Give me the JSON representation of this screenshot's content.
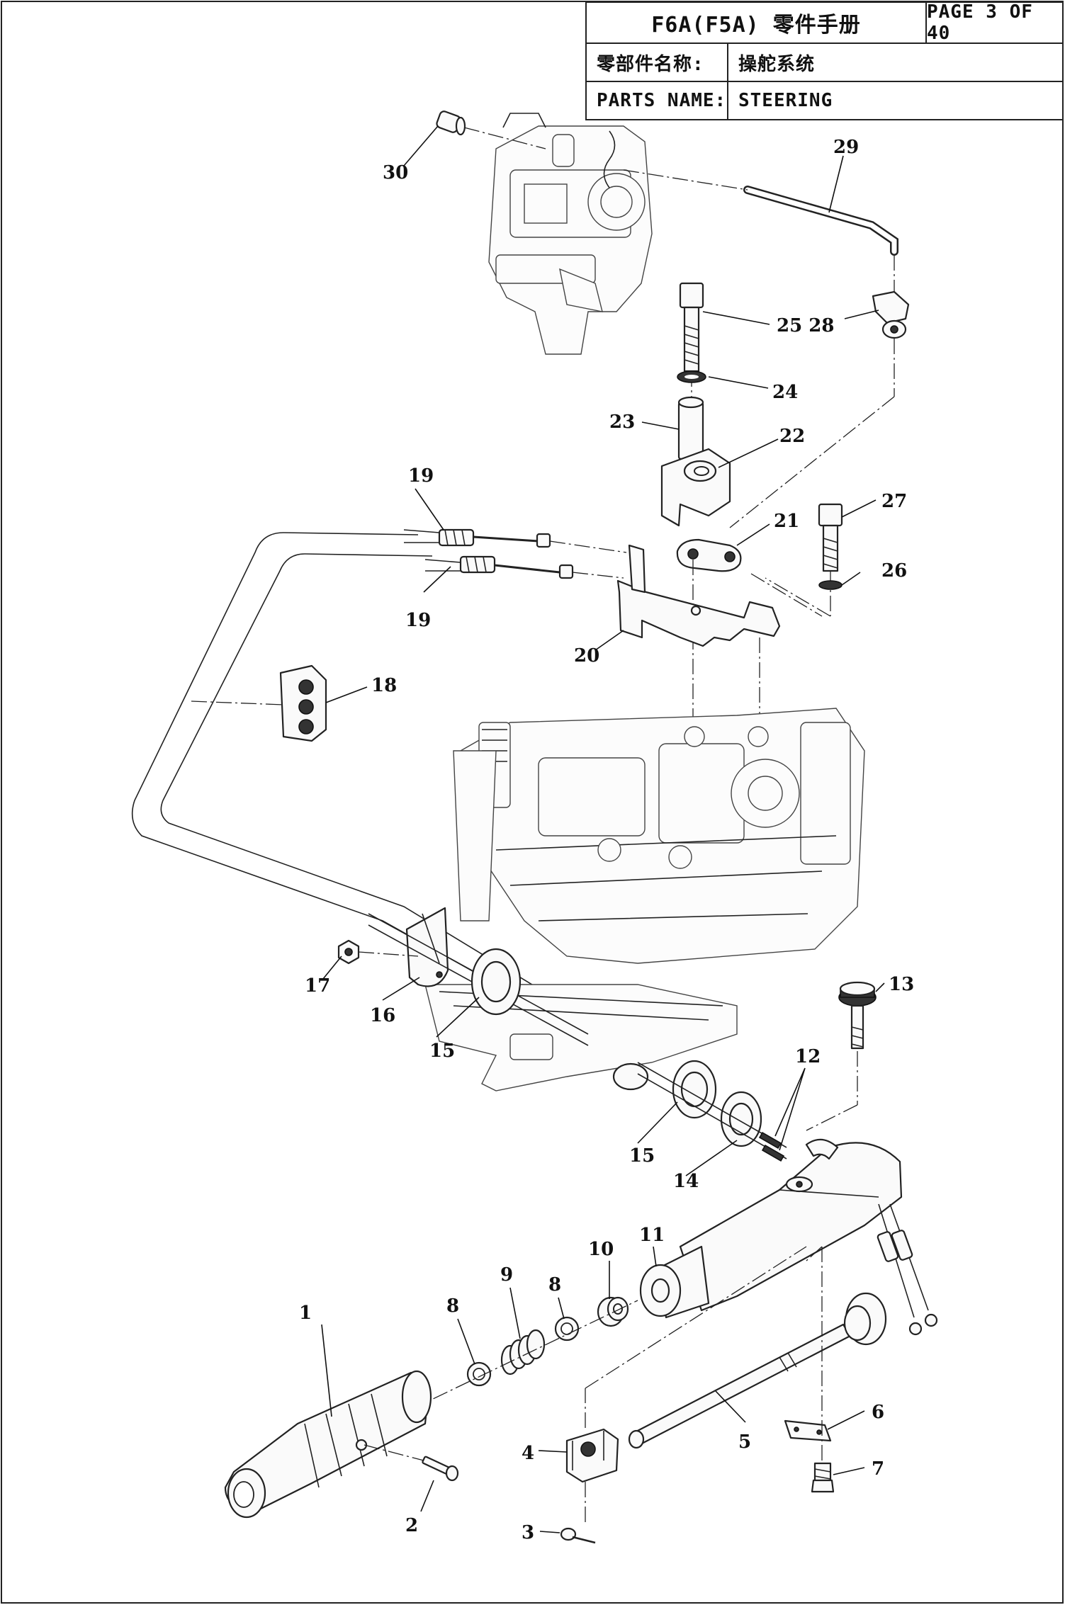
{
  "title_block": {
    "doc_title": "F6A(F5A) 零件手册",
    "page": "PAGE 3 OF 40",
    "name_label_cn": "零部件名称:",
    "name_value_cn": "操舵系统",
    "name_label_en": "PARTS NAME:",
    "name_value_en": "STEERING"
  },
  "callouts": [
    {
      "id": "c1",
      "text": "1"
    },
    {
      "id": "c2",
      "text": "2"
    },
    {
      "id": "c3",
      "text": "3"
    },
    {
      "id": "c4",
      "text": "4"
    },
    {
      "id": "c5",
      "text": "5"
    },
    {
      "id": "c6",
      "text": "6"
    },
    {
      "id": "c7",
      "text": "7"
    },
    {
      "id": "c8a",
      "text": "8"
    },
    {
      "id": "c8b",
      "text": "8"
    },
    {
      "id": "c9",
      "text": "9"
    },
    {
      "id": "c10",
      "text": "10"
    },
    {
      "id": "c11",
      "text": "11"
    },
    {
      "id": "c12",
      "text": "12"
    },
    {
      "id": "c13",
      "text": "13"
    },
    {
      "id": "c14",
      "text": "14"
    },
    {
      "id": "c15a",
      "text": "15"
    },
    {
      "id": "c15b",
      "text": "15"
    },
    {
      "id": "c16",
      "text": "16"
    },
    {
      "id": "c17",
      "text": "17"
    },
    {
      "id": "c18",
      "text": "18"
    },
    {
      "id": "c19a",
      "text": "19"
    },
    {
      "id": "c19b",
      "text": "19"
    },
    {
      "id": "c20",
      "text": "20"
    },
    {
      "id": "c21",
      "text": "21"
    },
    {
      "id": "c22",
      "text": "22"
    },
    {
      "id": "c23",
      "text": "23"
    },
    {
      "id": "c24",
      "text": "24"
    },
    {
      "id": "c2528",
      "text": "25 28"
    },
    {
      "id": "c26",
      "text": "26"
    },
    {
      "id": "c27",
      "text": "27"
    },
    {
      "id": "c29",
      "text": "29"
    },
    {
      "id": "c30",
      "text": "30"
    }
  ]
}
